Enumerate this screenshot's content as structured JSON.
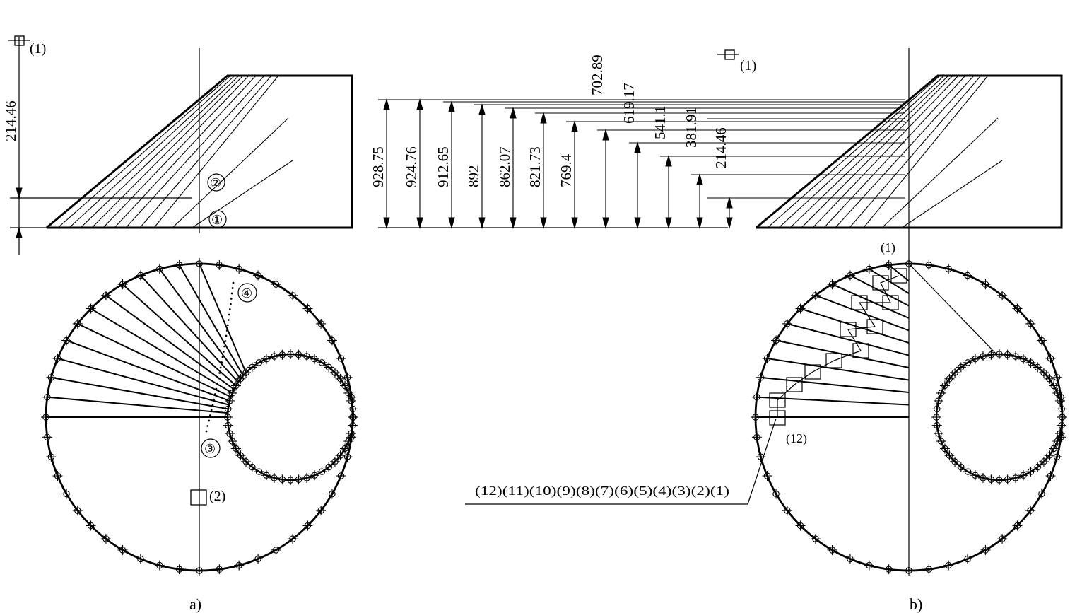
{
  "figure": {
    "caption_a": "a)",
    "caption_b": "b)"
  },
  "view_a": {
    "height_dim": "214.46",
    "marker_1": "(1)",
    "marker_2": "(2)",
    "circle_labels": [
      "①",
      "②",
      "③",
      "④"
    ]
  },
  "view_b": {
    "marker_1": "(1)",
    "marker_1_circle": "(1)",
    "marker_12": "(12)",
    "sequence_label": "(12)(11)(10)(9)(8)(7)(6)(5)(4)(3)(2)(1)",
    "height_dims": [
      "928.75",
      "924.76",
      "912.65",
      "892",
      "862.07",
      "821.73",
      "769.4",
      "702.89",
      "619.17",
      "541.1",
      "381.91",
      "214.46"
    ]
  },
  "colors": {
    "line": "#000000",
    "background": "#ffffff"
  }
}
